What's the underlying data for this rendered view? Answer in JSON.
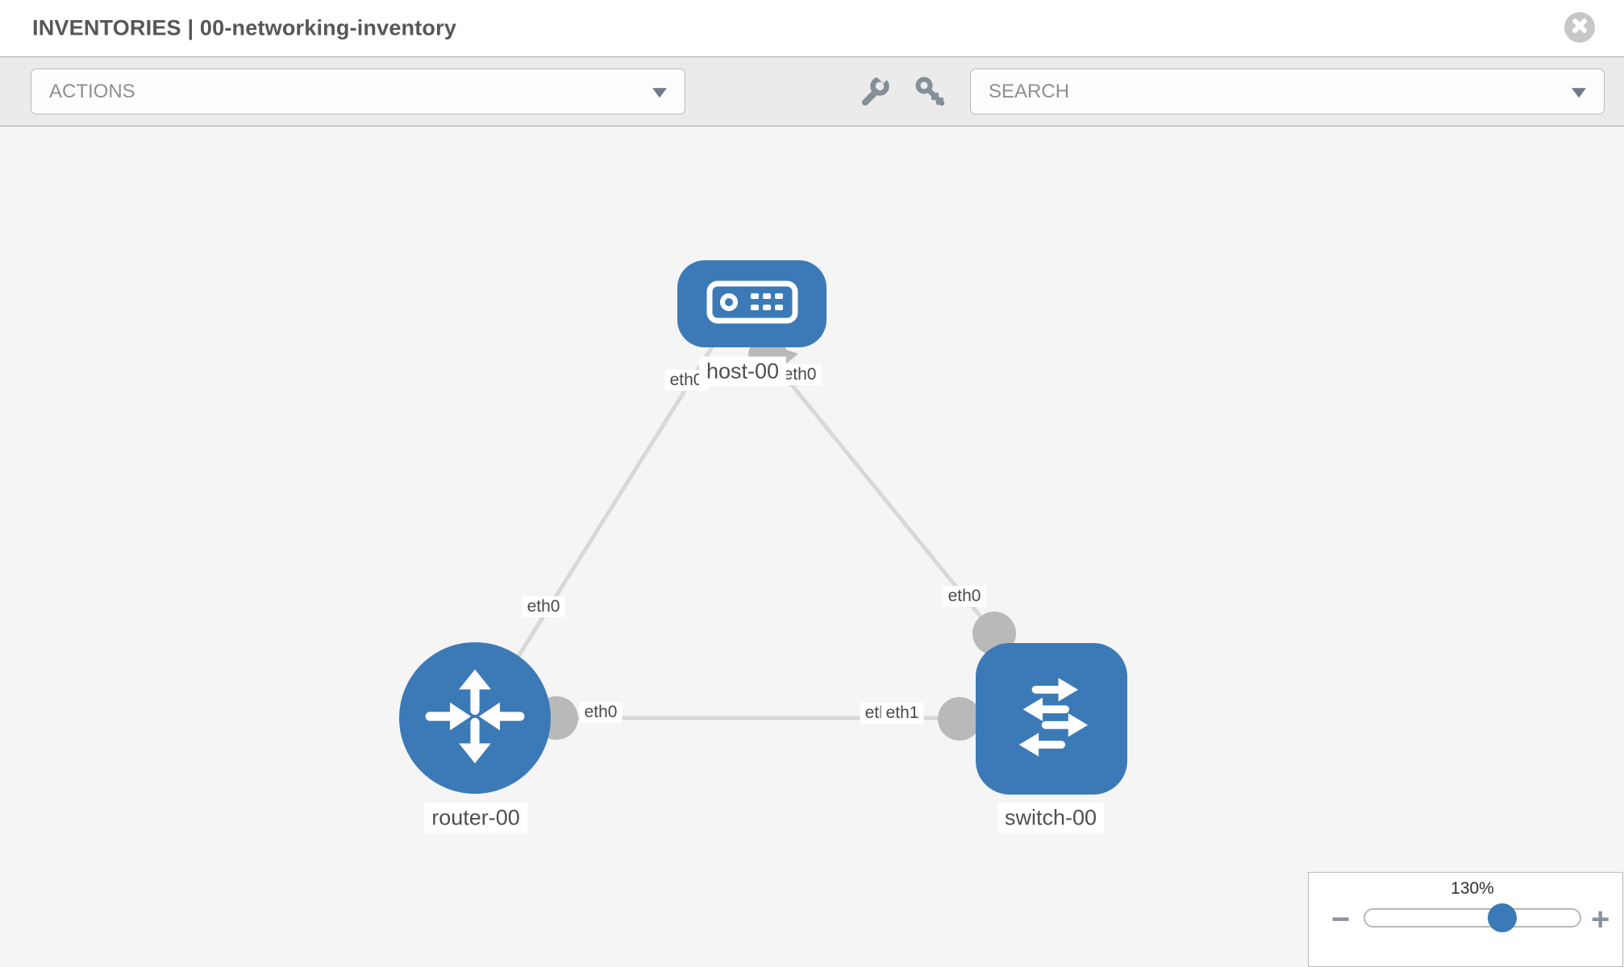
{
  "header": {
    "title": "INVENTORIES | 00-networking-inventory"
  },
  "toolbar": {
    "actions_placeholder": "ACTIONS",
    "search_placeholder": "SEARCH"
  },
  "topology": {
    "nodes": [
      {
        "id": "host-00",
        "type": "host",
        "label": "host-00"
      },
      {
        "id": "router-00",
        "type": "router",
        "label": "router-00"
      },
      {
        "id": "switch-00",
        "type": "switch",
        "label": "switch-00"
      }
    ],
    "links": [
      {
        "from": "host-00",
        "from_iface": "eth0",
        "to": "router-00",
        "to_iface": "eth0"
      },
      {
        "from": "host-00",
        "from_iface": "eth0",
        "to": "switch-00",
        "to_iface": "eth0"
      },
      {
        "from": "router-00",
        "from_iface": "eth0",
        "to": "switch-00",
        "to_iface": "eth1"
      }
    ],
    "iface_labels": {
      "host_left": "eth0",
      "host_right": "eth0",
      "link_left_mid": "eth0",
      "link_right_mid": "eth0",
      "router_right": "eth0",
      "switch_under": "eth0",
      "switch_over": "eth1"
    }
  },
  "zoom_control": {
    "level": "130%",
    "minus_label": "−",
    "plus_label": "+",
    "slider_percent": 64
  },
  "colors": {
    "node_blue": "#3b7ab6",
    "link_gray": "#d8d8d8",
    "iface_circle_gray": "#b9b9b9",
    "canvas_bg": "#f5f5f5",
    "toolbar_bg": "#ebebeb"
  }
}
